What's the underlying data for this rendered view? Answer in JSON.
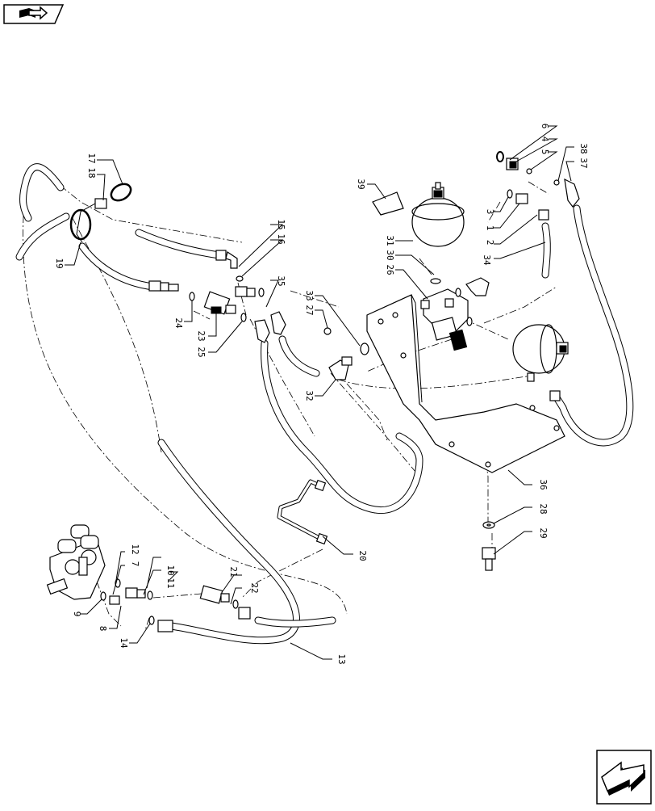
{
  "nav": {
    "back_icon": "book-arrow-icon",
    "next_icon": "next-page-arrow-icon"
  },
  "callouts": {
    "c1": "1",
    "c2": "2",
    "c3": "3",
    "c4": "4",
    "c5": "5",
    "c6": "6",
    "c7": "7",
    "c8": "8",
    "c9": "9",
    "c10": "10",
    "c11": "11",
    "c12": "12",
    "c13": "13",
    "c14": "14",
    "c15": "15",
    "c16": "16",
    "c17": "17",
    "c18": "18",
    "c19": "19",
    "c20": "20",
    "c21": "21",
    "c22": "22",
    "c23": "23",
    "c24": "24",
    "c25": "25",
    "c26": "26",
    "c27": "27",
    "c28": "28",
    "c29": "29",
    "c30": "30",
    "c31": "31",
    "c32": "32",
    "c33": "33",
    "c34": "34",
    "c35": "35",
    "c36": "36",
    "c37": "37",
    "c38": "38",
    "c39": "39"
  }
}
